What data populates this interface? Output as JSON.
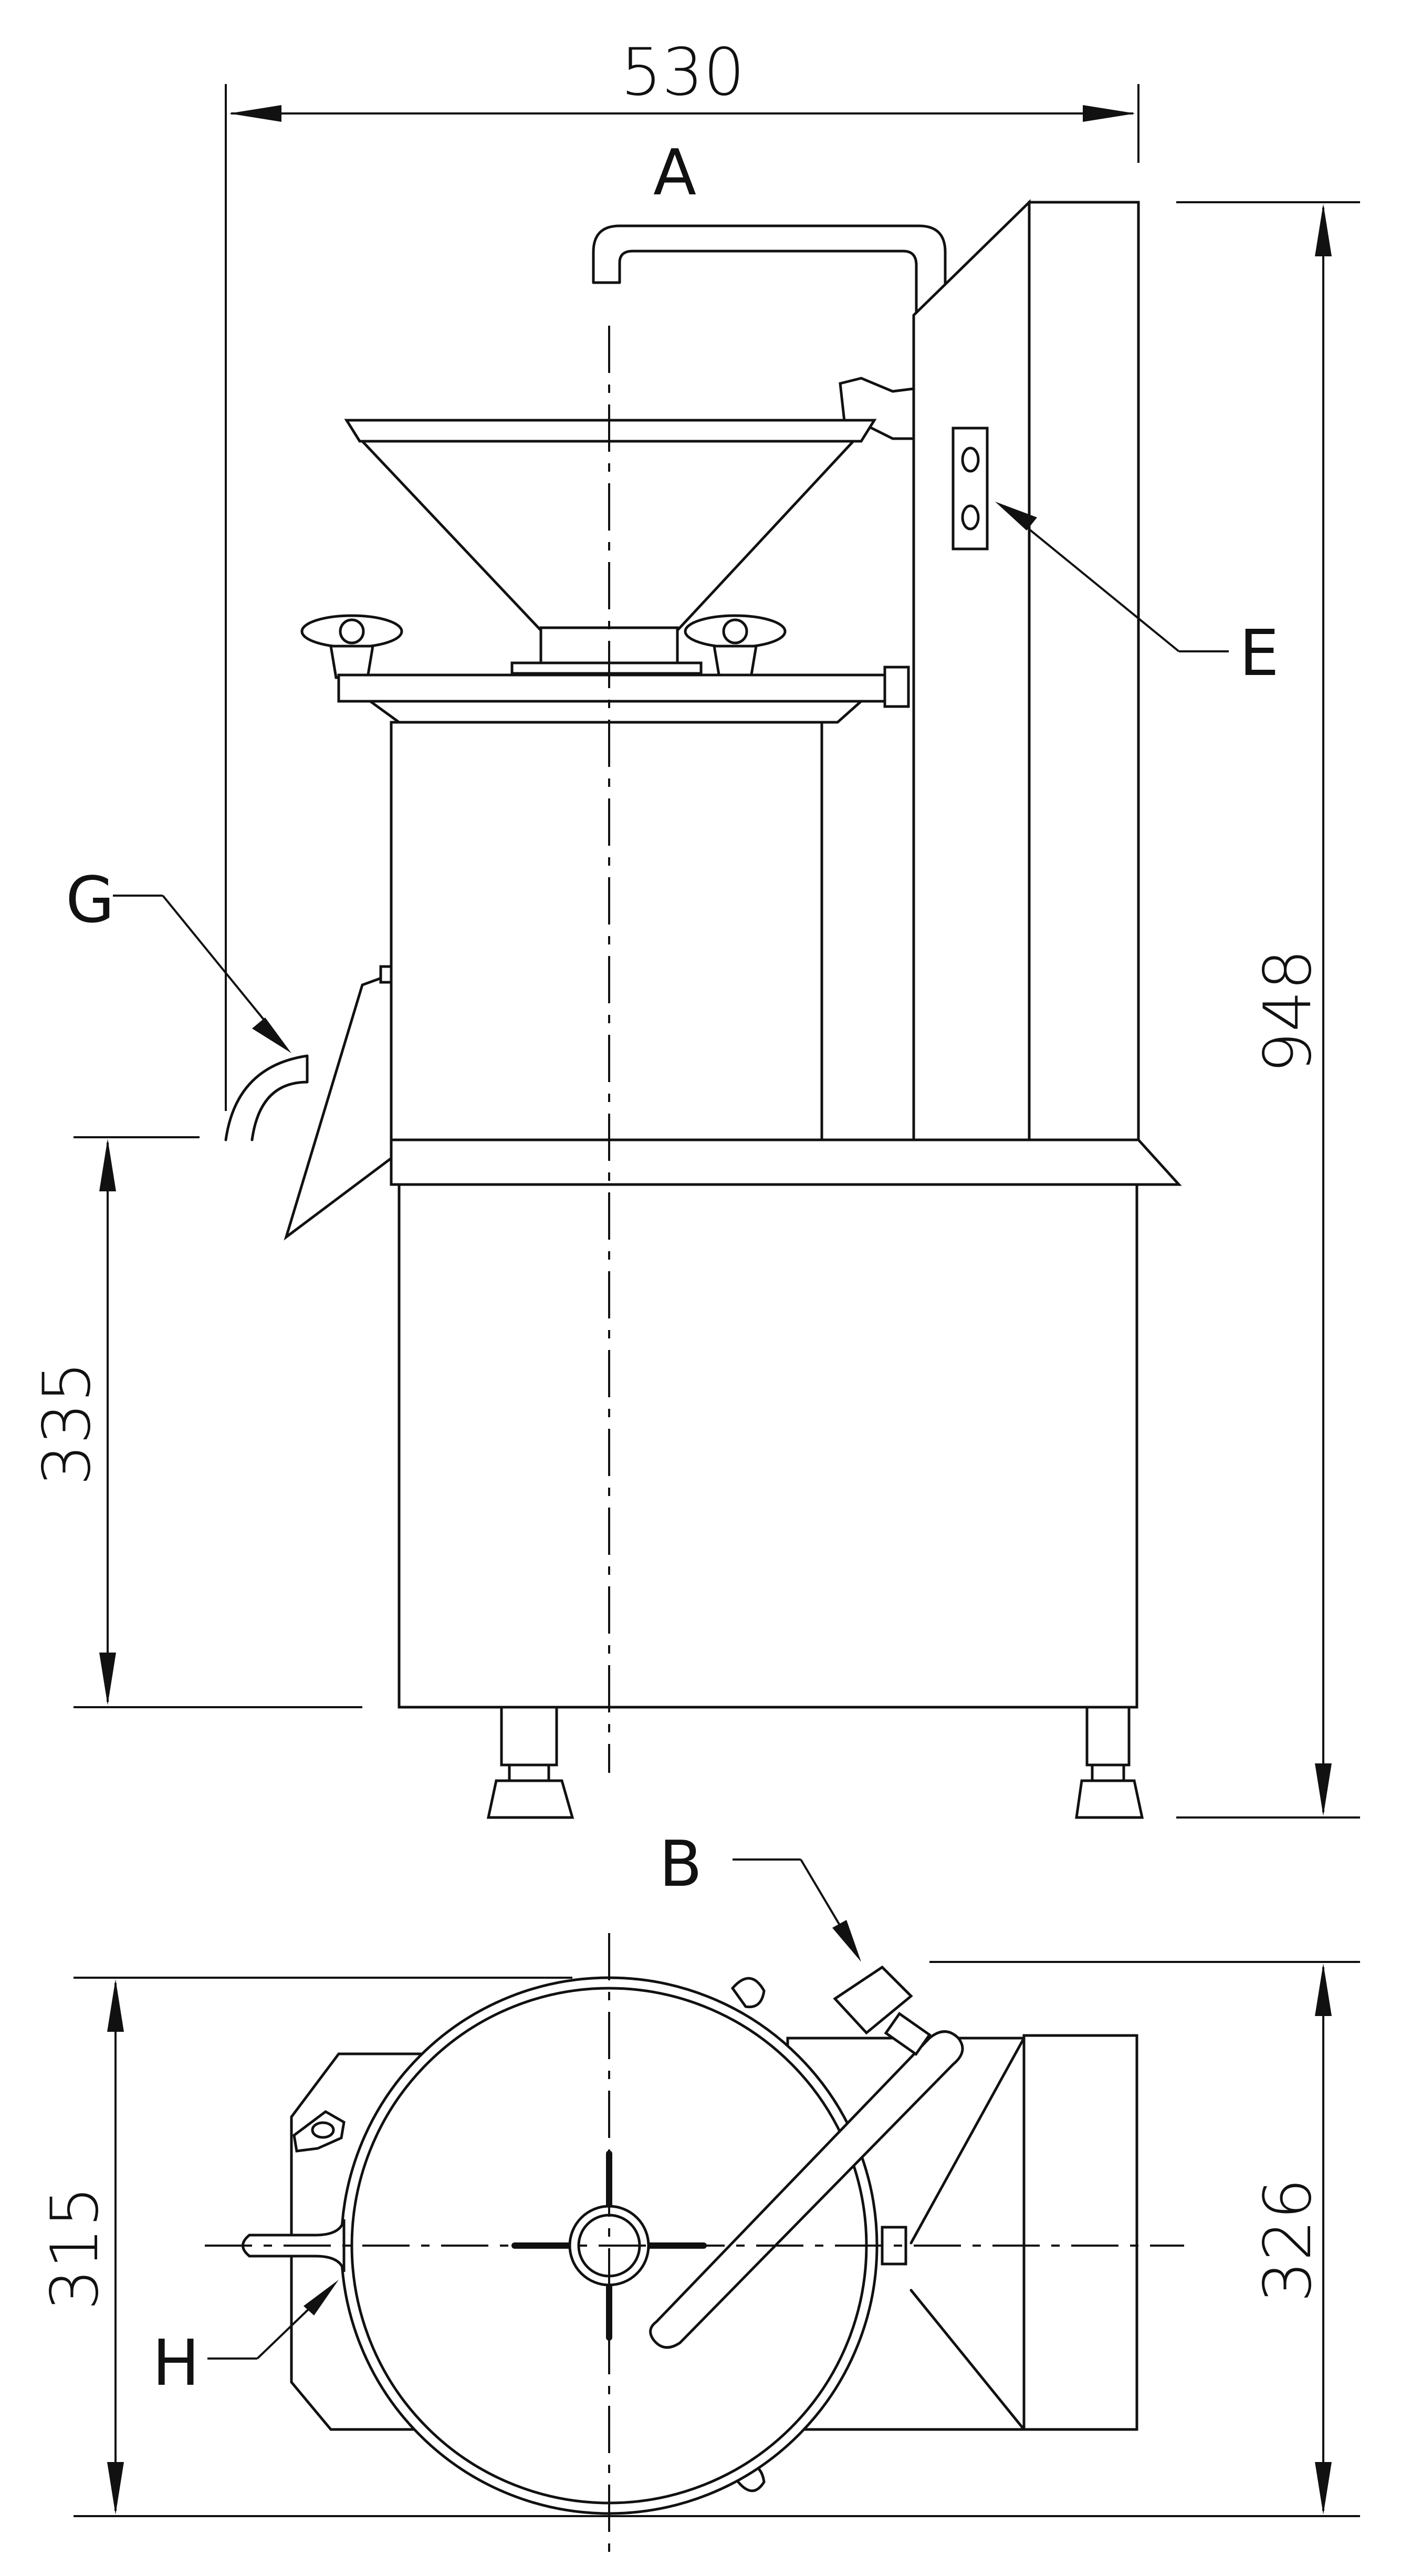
{
  "dimensions": {
    "overall_width": "530",
    "overall_height": "948",
    "outlet_height": "335",
    "top_view_depth": "315",
    "top_view_width": "326"
  },
  "callouts": {
    "a": "A",
    "b": "B",
    "e": "E",
    "g": "G",
    "h": "H"
  }
}
